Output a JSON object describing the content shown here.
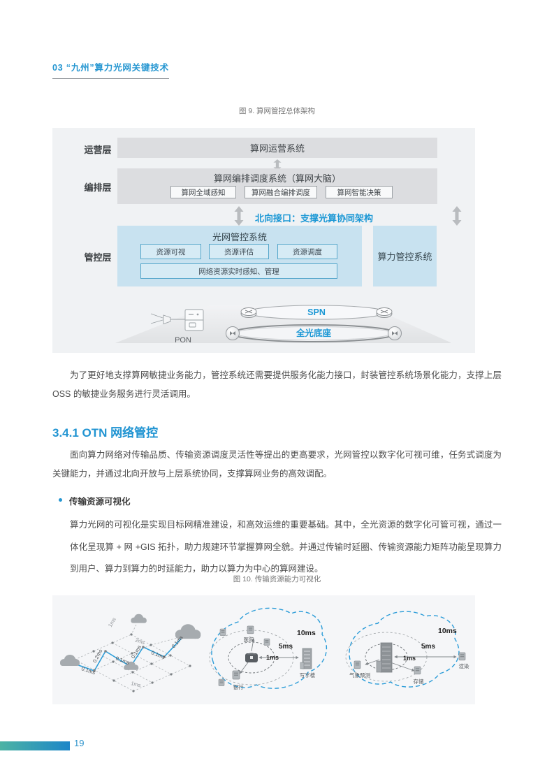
{
  "header": {
    "title": "03 “九州”算力光网关键技术"
  },
  "fig9": {
    "caption": "图 9. 算网管控总体架构",
    "layer_ops": "运营层",
    "layer_orch": "编排层",
    "layer_mgmt": "管控层",
    "ops_system": "算网运营系统",
    "orch_system": "算网编排调度系统（算网大脑）",
    "orch_subs": [
      "算网全域感知",
      "算网融合编排调度",
      "算网智能决策"
    ],
    "northbound": "北向接口：支撑光算协同架构",
    "optical_system": "光网管控系统",
    "optical_subs": [
      "资源可视",
      "资源评估",
      "资源调度"
    ],
    "optical_wide": "网络资源实时感知、管理",
    "compute_system": "算力管控系统",
    "pon_label": "PON",
    "spn_label": "SPN",
    "base_label": "全光底座"
  },
  "body": {
    "para1": "为了更好地支撑算网敏捷业务能力，管控系统还需要提供服务化能力接口，封装管控系统场景化能力，支撑上层 OSS 的敏捷业务服务进行灵活调用。",
    "section_title": "3.4.1 OTN 网络管控",
    "para2": "面向算力网络对传输品质、传输资源调度灵活性等提出的更高要求，光网管控以数字化可视可维，任务式调度为关键能力，并通过北向开放与上层系统协同，支撑算网业务的高效调配。",
    "bullet1": "传输资源可视化",
    "para3": "算力光网的可视化是实现目标网精准建设，和高效运维的重要基础。其中，全光资源的数字化可管可视，通过一体化呈现算 + 网 +GIS 拓扑，助力规建环节掌握算网全貌。并通过传输时延圈、传输资源能力矩阵功能呈现算力到用户、算力到算力的时延能力，助力以算力为中心的算网建设。"
  },
  "fig10": {
    "caption": "图 10. 传输资源能力可视化",
    "mesh": {
      "blue": [
        "0.1ms",
        "0.2ms",
        "0.1ms",
        "0.1ms",
        "0.1ms",
        "0.1ms"
      ],
      "gray": [
        "1ms",
        "2ms",
        "1ms"
      ]
    },
    "cloud1": {
      "rings": [
        "1ms",
        "5ms",
        "10ms"
      ],
      "nodes": [
        "医院",
        "银行",
        "写字楼"
      ]
    },
    "cloud2": {
      "rings": [
        "1ms",
        "5ms",
        "10ms"
      ],
      "nodes": [
        "气象预测",
        "存储",
        "渲染"
      ]
    }
  },
  "footer": {
    "page_number": "19"
  },
  "colors": {
    "accent": "#2596d1",
    "panel_gray": "#f0f2f4",
    "box_gray": "#dcdde0",
    "box_blue": "#c8e2f0",
    "dash_blue": "#2b9cd8"
  }
}
